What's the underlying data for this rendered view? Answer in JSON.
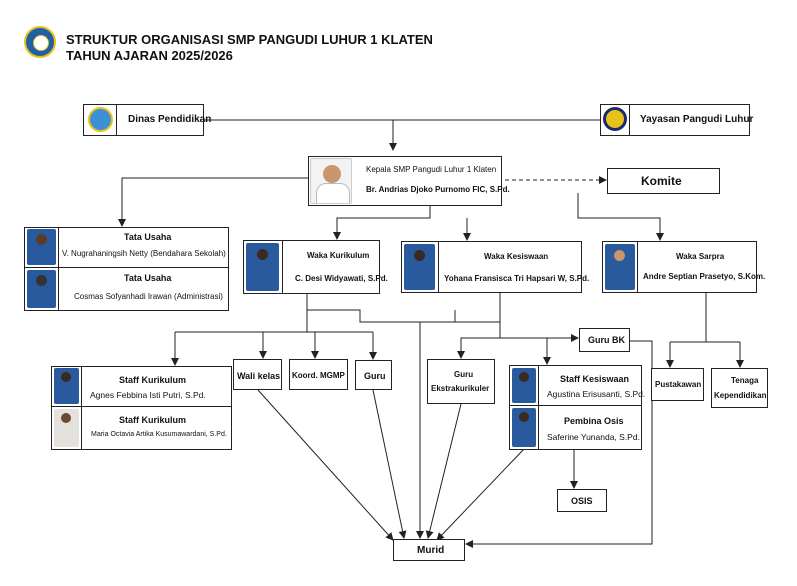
{
  "header": {
    "title_line1": "STRUKTUR ORGANISASI SMP PANGUDI LUHUR 1 KLATEN",
    "title_line2": "TAHUN AJARAN 2025/2026"
  },
  "top": {
    "dinas": "Dinas Pendidikan",
    "yayasan": "Yayasan Pangudi Luhur"
  },
  "kepala": {
    "title": "Kepala SMP Pangudi Luhur 1 Klaten",
    "name": "Br. Andrias Djoko Purnomo FIC, S.Pd."
  },
  "komite": "Komite",
  "tata_usaha": [
    {
      "title": "Tata Usaha",
      "name": "V. Nugrahaningsih Netty (Bendahara Sekolah)"
    },
    {
      "title": "Tata Usaha",
      "name": "Cosmas Sofyanhadi Irawan (Administrasi)"
    }
  ],
  "waka": {
    "kurikulum": {
      "title": "Waka Kurikulum",
      "name": "C. Desi Widyawati, S.Pd."
    },
    "kesiswaan": {
      "title": "Waka Kesiswaan",
      "name": "Yohana Fransisca Tri Hapsari W, S.Pd."
    },
    "sarpra": {
      "title": "Waka Sarpra",
      "name": "Andre Septian Prasetyo, S.Kom."
    }
  },
  "staff_kurikulum": [
    {
      "title": "Staff Kurikulum",
      "name": "Agnes Febbina Isti Putri, S.Pd."
    },
    {
      "title": "Staff Kurikulum",
      "name": "Maria Octavia Artika Kusumawardani, S.Pd."
    }
  ],
  "units": {
    "wali_kelas": "Wali kelas",
    "mgmp": "Koord. MGMP",
    "guru": "Guru",
    "guru_ekstra_1": "Guru",
    "guru_ekstra_2": "Ekstrakurikuler",
    "guru_bk": "Guru BK",
    "pustakawan": "Pustakawan",
    "tenaga_1": "Tenaga",
    "tenaga_2": "Kependidikan",
    "osis": "OSIS",
    "murid": "Murid"
  },
  "kesiswaan_staff": {
    "staff": {
      "title": "Staff Kesiswaan",
      "name": "Agustina Erisusanti, S.Pd."
    },
    "pembina": {
      "title": "Pembina Osis",
      "name": "Saferine Yunanda, S.Pd."
    }
  },
  "colors": {
    "line": "#222222",
    "logo_blue": "#1e5fa8",
    "logo_gold": "#e8c21a",
    "photo_blue": "#2a5a9e"
  }
}
